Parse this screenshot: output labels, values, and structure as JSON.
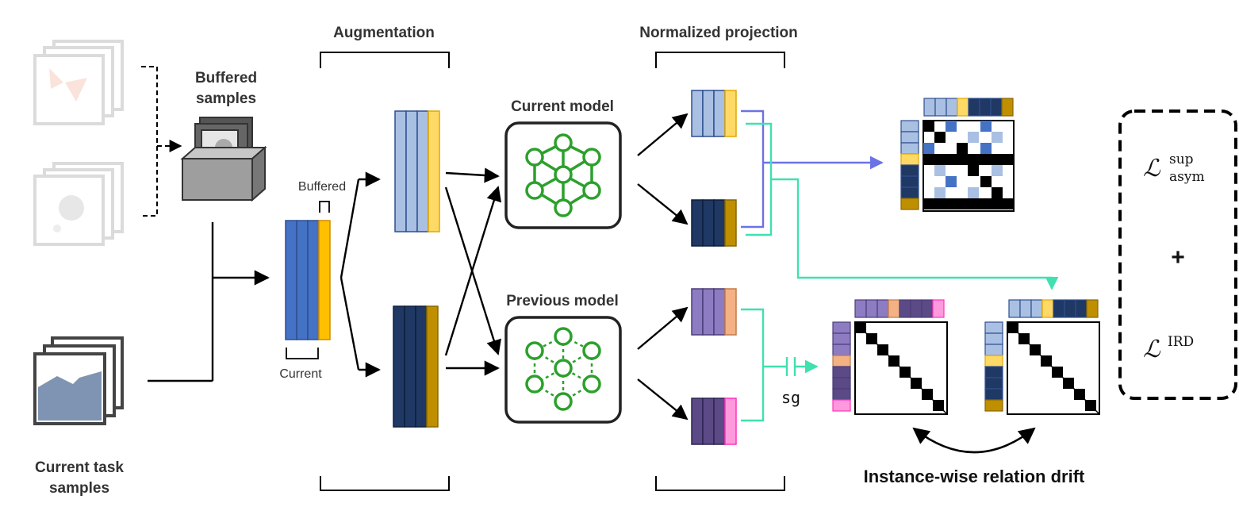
{
  "labels": {
    "buffered_samples_line1": "Buffered",
    "buffered_samples_line2": "samples",
    "current_task_line1": "Current task",
    "current_task_line2": "samples",
    "augmentation": "Augmentation",
    "normalized_projection": "Normalized projection",
    "buffered": "Buffered",
    "current": "Current",
    "current_model": "Current model",
    "previous_model": "Previous model",
    "sg": "sg",
    "relation_drift": "Instance-wise relation drift"
  },
  "loss": {
    "term1_symbol": "ℒ",
    "term1_sup": "sup",
    "term1_sub": "asym",
    "plus": "+",
    "term2_symbol": "ℒ",
    "term2_sup": "IRD"
  },
  "colors": {
    "current_blue": "#4472c4",
    "buffer_yellow": "#ffc000",
    "light_blue": "#a9c0e3",
    "navy": "#1f3864",
    "bronze": "#bf8f00",
    "purple": "#8e7cc3",
    "salmon": "#f4b183",
    "dark_purple": "#5b4a86",
    "pink": "#ff66cc",
    "network_green": "#2ca02c",
    "teal_arrow": "#40e0b0",
    "violet_arrow": "#6b72e6"
  }
}
